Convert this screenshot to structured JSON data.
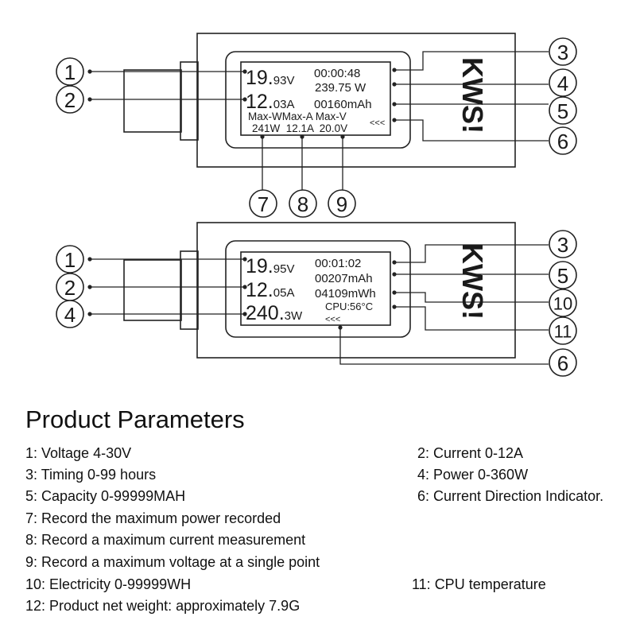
{
  "top_display": {
    "voltage_int": "19.",
    "voltage_dec": "93V",
    "current_int": "12.",
    "current_dec": "03A",
    "time": "00:00:48",
    "power": "239.75 W",
    "capacity": "00160mAh",
    "max_labels": "Max-WMax-A Max-V",
    "max_values": "241W  12.1A  20.0V",
    "direction": "<<<"
  },
  "bottom_display": {
    "voltage_int": "19.",
    "voltage_dec": "95V",
    "current_int": "12.",
    "current_dec": "05A",
    "power_int": "240.",
    "power_dec": "3W",
    "time": "00:01:02",
    "capacity": "00207mAh",
    "energy": "04109mWh",
    "cpu": "CPU:56°C",
    "direction": "<<<"
  },
  "brand": "KWS!",
  "callouts": {
    "top": [
      "1",
      "2",
      "3",
      "4",
      "5",
      "6",
      "7",
      "8",
      "9"
    ],
    "bottom": [
      "1",
      "2",
      "4",
      "3",
      "5",
      "10",
      "11",
      "6"
    ]
  },
  "params": {
    "title": "Product Parameters",
    "p1": "1: Voltage 4-30V",
    "p2": "2: Current 0-12A",
    "p3": "3: Timing 0-99 hours",
    "p4": "4: Power 0-360W",
    "p5": "5: Capacity 0-99999MAH",
    "p6": "6: Current Direction Indicator.",
    "p7": "7: Record the maximum power recorded",
    "p8": "8: Record a maximum current measurement",
    "p9": "9: Record a maximum voltage at a single point",
    "p10": "10: Electricity 0-99999WH",
    "p11": "11: CPU temperature",
    "p12": "12: Product net weight: approximately 7.9G"
  }
}
